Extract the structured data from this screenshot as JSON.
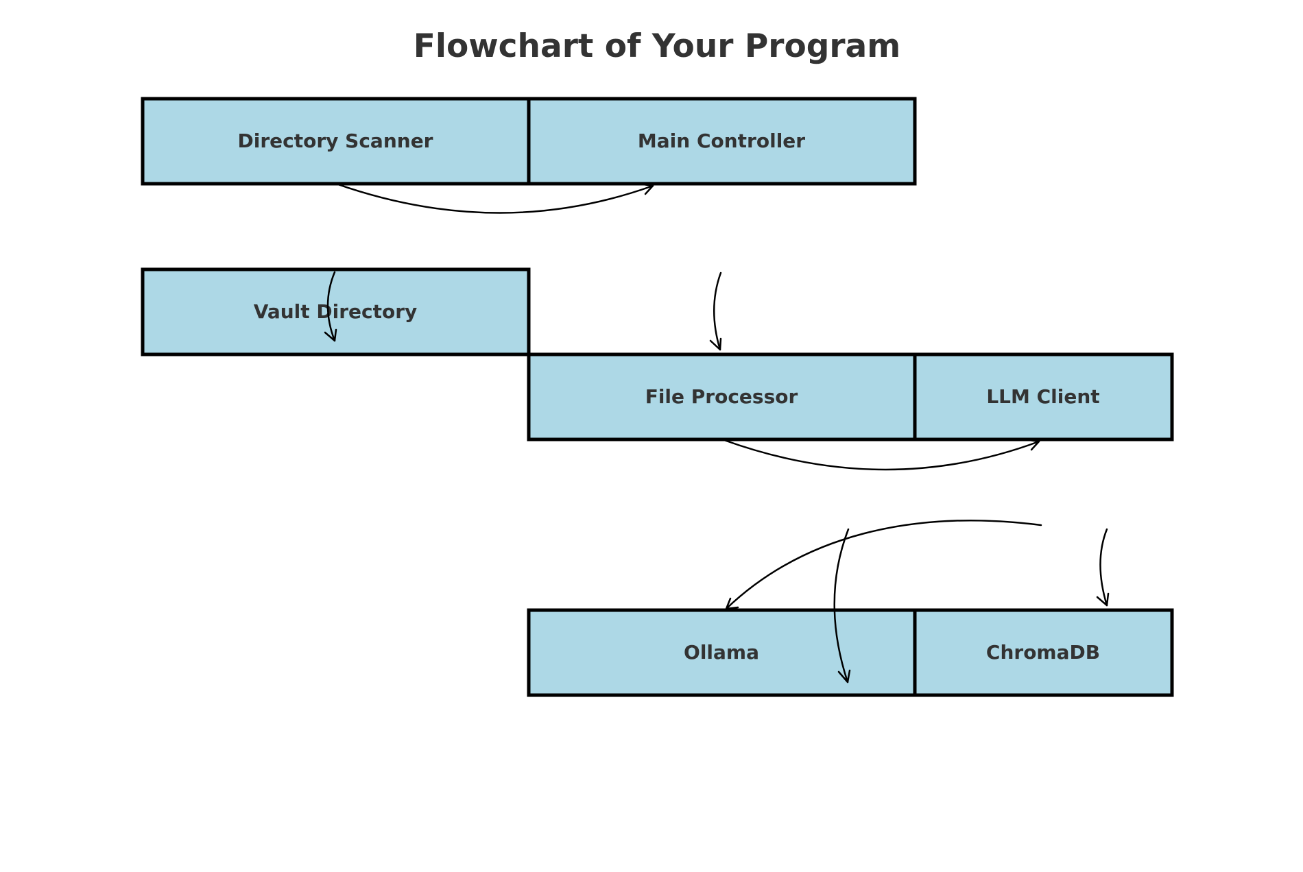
{
  "title": "Flowchart of Your Program",
  "colors": {
    "node_fill": "#add8e6",
    "node_border": "#000000",
    "text": "#333333",
    "edge": "#000000"
  },
  "nodes": [
    {
      "id": "directory-scanner",
      "label": "Directory Scanner"
    },
    {
      "id": "main-controller",
      "label": "Main Controller"
    },
    {
      "id": "vault-directory",
      "label": "Vault Directory"
    },
    {
      "id": "file-processor",
      "label": "File Processor"
    },
    {
      "id": "llm-client",
      "label": "LLM Client"
    },
    {
      "id": "ollama",
      "label": "Ollama"
    },
    {
      "id": "chromadb",
      "label": "ChromaDB"
    }
  ]
}
